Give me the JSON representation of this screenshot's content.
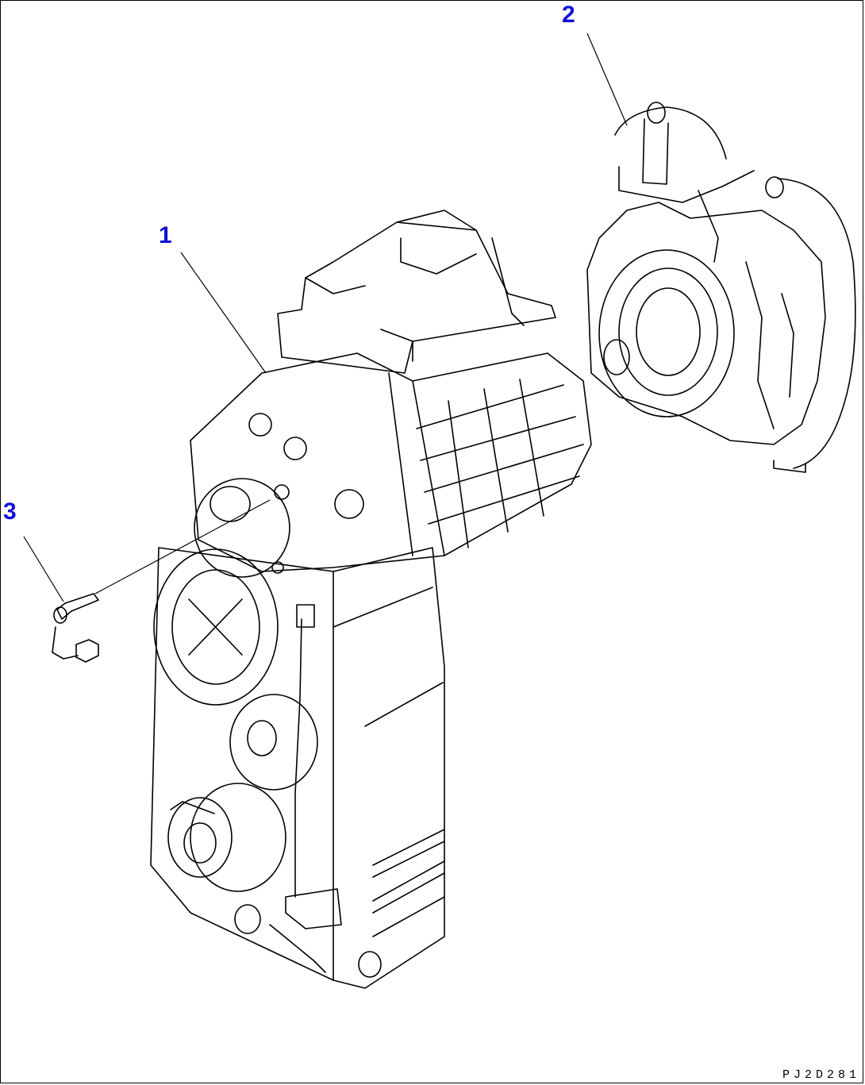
{
  "callouts": {
    "transmission_main": "1",
    "transmission_case_rear": "2",
    "sensor": "3"
  },
  "drawing_code": "PJ2D281",
  "colors": {
    "callout": "#1010d8",
    "line": "#000000",
    "background": "#ffffff"
  }
}
